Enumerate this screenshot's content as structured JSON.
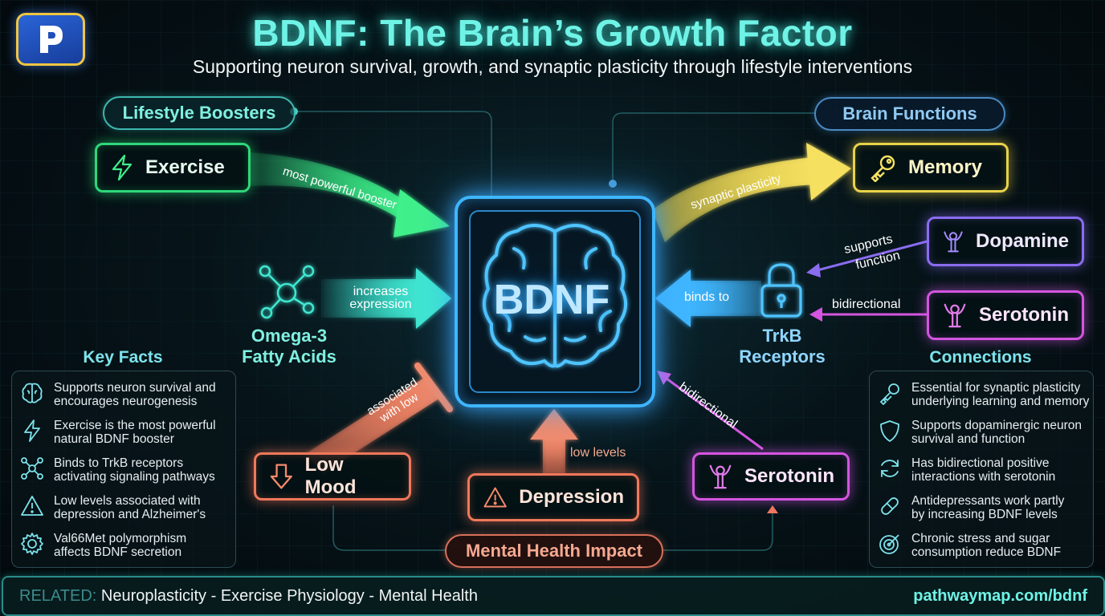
{
  "header": {
    "title": "BDNF: The Brain’s Growth Factor",
    "subtitle": "Supporting neuron survival, growth, and synaptic plasticity through lifestyle interventions"
  },
  "sections": {
    "lifestyle_boosters": "Lifestyle Boosters",
    "brain_functions": "Brain Functions",
    "key_facts": "Key Facts",
    "connections": "Connections",
    "mental_health_impact": "Mental Health Impact"
  },
  "center": {
    "label": "BDNF"
  },
  "nodes": {
    "exercise": "Exercise",
    "omega3_line1": "Omega-3",
    "omega3_line2": "Fatty Acids",
    "memory": "Memory",
    "dopamine": "Dopamine",
    "serotonin_right": "Serotonin",
    "trkb_line1": "TrkB",
    "trkb_line2": "Receptors",
    "low_mood": "Low Mood",
    "depression": "Depression",
    "serotonin_bottom": "Serotonin"
  },
  "edges": {
    "exercise": "most powerful booster",
    "omega3_line1": "increases",
    "omega3_line2": "expression",
    "memory": "synaptic plasticity",
    "dopamine_line1": "supports",
    "dopamine_line2": "function",
    "serotonin_right": "bidirectional",
    "trkb": "binds to",
    "low_mood_line1": "associated",
    "low_mood_line2": "with low",
    "depression": "low levels",
    "serotonin_bottom": "bidirectional"
  },
  "key_facts": [
    {
      "icon": "brain-icon",
      "line1": "Supports neuron survival and",
      "line2": "encourages neurogenesis"
    },
    {
      "icon": "lightning-icon",
      "line1": "Exercise is the most powerful",
      "line2": "natural BDNF booster"
    },
    {
      "icon": "molecule-icon",
      "line1": "Binds to TrkB receptors",
      "line2": "activating signaling pathways"
    },
    {
      "icon": "warning-icon",
      "line1": "Low levels associated with",
      "line2": "depression and Alzheimer's"
    },
    {
      "icon": "gear-icon",
      "line1": "Val66Met polymorphism",
      "line2": "affects BDNF secretion"
    }
  ],
  "connections": [
    {
      "icon": "key-icon",
      "line1": "Essential for synaptic plasticity",
      "line2": "underlying learning and memory"
    },
    {
      "icon": "shield-icon",
      "line1": "Supports dopaminergic neuron",
      "line2": "survival and function"
    },
    {
      "icon": "cycle-icon",
      "line1": "Has bidirectional positive",
      "line2": "interactions with serotonin"
    },
    {
      "icon": "pill-icon",
      "line1": "Antidepressants work partly",
      "line2": "by increasing BDNF levels"
    },
    {
      "icon": "target-icon",
      "line1": "Chronic stress and sugar",
      "line2": "consumption reduce BDNF"
    }
  ],
  "footer": {
    "related_label": "RELATED:",
    "related_text": "Neuroplasticity - Exercise Physiology - Mental Health",
    "url": "pathwaymap.com/bdnf"
  },
  "colors": {
    "accent_cyan": "#6ff3e6",
    "center_blue": "#3fb6ff",
    "exercise_green": "#2fd67a",
    "memory_yellow": "#e8d24a",
    "dopamine_purple": "#8a6cf0",
    "serotonin_magenta": "#d455e0",
    "mood_orange": "#f0785a"
  }
}
